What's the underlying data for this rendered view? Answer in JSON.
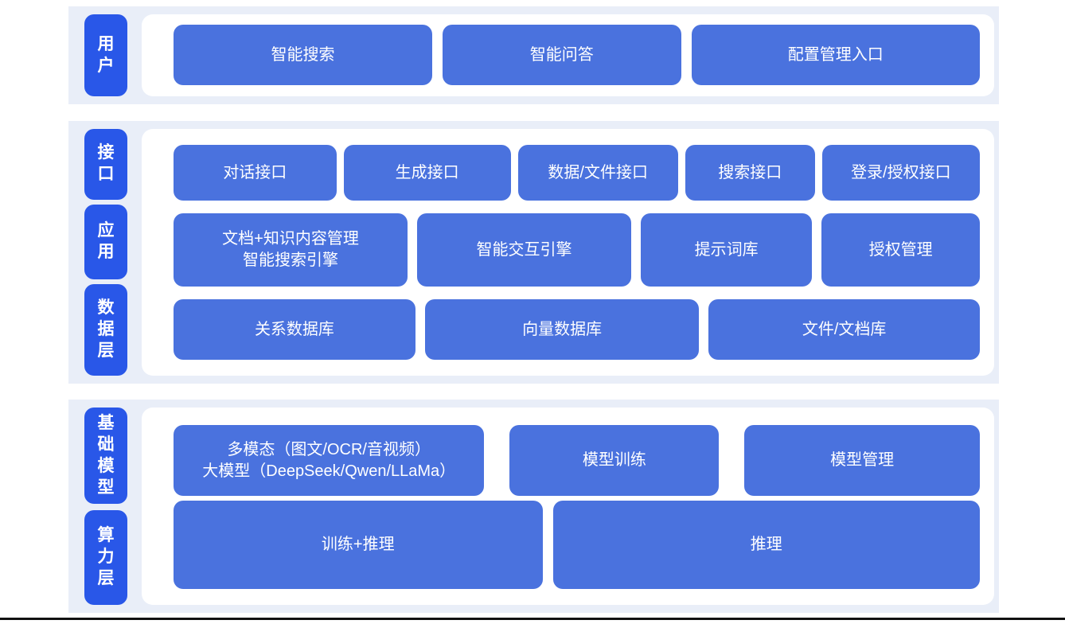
{
  "colors": {
    "label_blue": "#2957e8",
    "box_blue": "#4a72de",
    "panel_bg": "#e9eef8",
    "card_bg": "#ffffff",
    "text": "#ffffff",
    "bottom_rule": "#111111"
  },
  "layers": [
    {
      "labels": [
        {
          "text": "用户"
        }
      ],
      "rows": [
        {
          "boxes": [
            {
              "label": "智能搜索"
            },
            {
              "label": "智能问答"
            },
            {
              "label": "配置管理入口"
            }
          ]
        }
      ]
    },
    {
      "labels": [
        {
          "text": "接口"
        },
        {
          "text": "应用"
        },
        {
          "text": "数据层"
        }
      ],
      "rows": [
        {
          "boxes": [
            {
              "label": "对话接口"
            },
            {
              "label": "生成接口"
            },
            {
              "label": "数据/文件接口"
            },
            {
              "label": "搜索接口"
            },
            {
              "label": "登录/授权接口"
            }
          ]
        },
        {
          "boxes": [
            {
              "lines": [
                "文档+知识内容管理",
                "智能搜索引擎"
              ]
            },
            {
              "label": "智能交互引擎"
            },
            {
              "label": "提示词库"
            },
            {
              "label": "授权管理"
            }
          ]
        },
        {
          "boxes": [
            {
              "label": "关系数据库"
            },
            {
              "label": "向量数据库"
            },
            {
              "label": "文件/文档库"
            }
          ]
        }
      ]
    },
    {
      "labels": [
        {
          "text": "基础模型"
        },
        {
          "text": "算力层"
        }
      ],
      "rows": [
        {
          "boxes": [
            {
              "lines": [
                "多模态（图文/OCR/音视频）",
                "大模型（DeepSeek/Qwen/LLaMa）"
              ]
            },
            {
              "label": "模型训练"
            },
            {
              "label": "模型管理"
            }
          ]
        },
        {
          "boxes": [
            {
              "label": "训练+推理"
            },
            {
              "label": "推理"
            }
          ]
        }
      ]
    }
  ]
}
